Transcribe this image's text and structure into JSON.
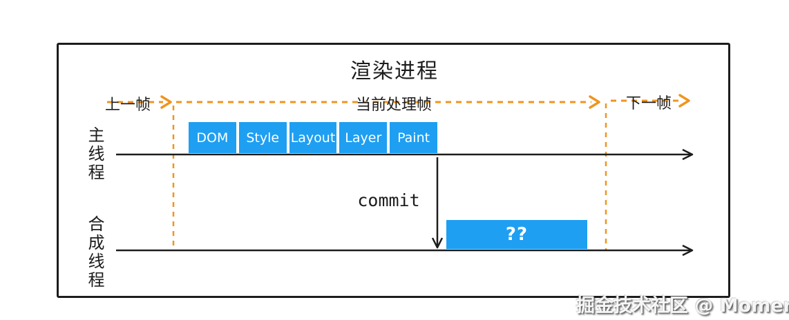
{
  "title": "渲染进程",
  "timeline_labels": {
    "previous_frame": "上一帧",
    "current_frame": "当前处理帧",
    "next_frame": "下一帧"
  },
  "threads": {
    "main_thread": "主线程",
    "compositor_thread": "合成线程"
  },
  "main_thread_stages": [
    "DOM",
    "Style",
    "Layout",
    "Layer",
    "Paint"
  ],
  "commit_label": "commit",
  "compositor_task_label": "??",
  "watermark": "掘金技术社区 @ Moment",
  "colors": {
    "stage_blue": "#1E9FF2",
    "dash_orange": "#F0941E",
    "line_black": "#1C1C1C"
  }
}
